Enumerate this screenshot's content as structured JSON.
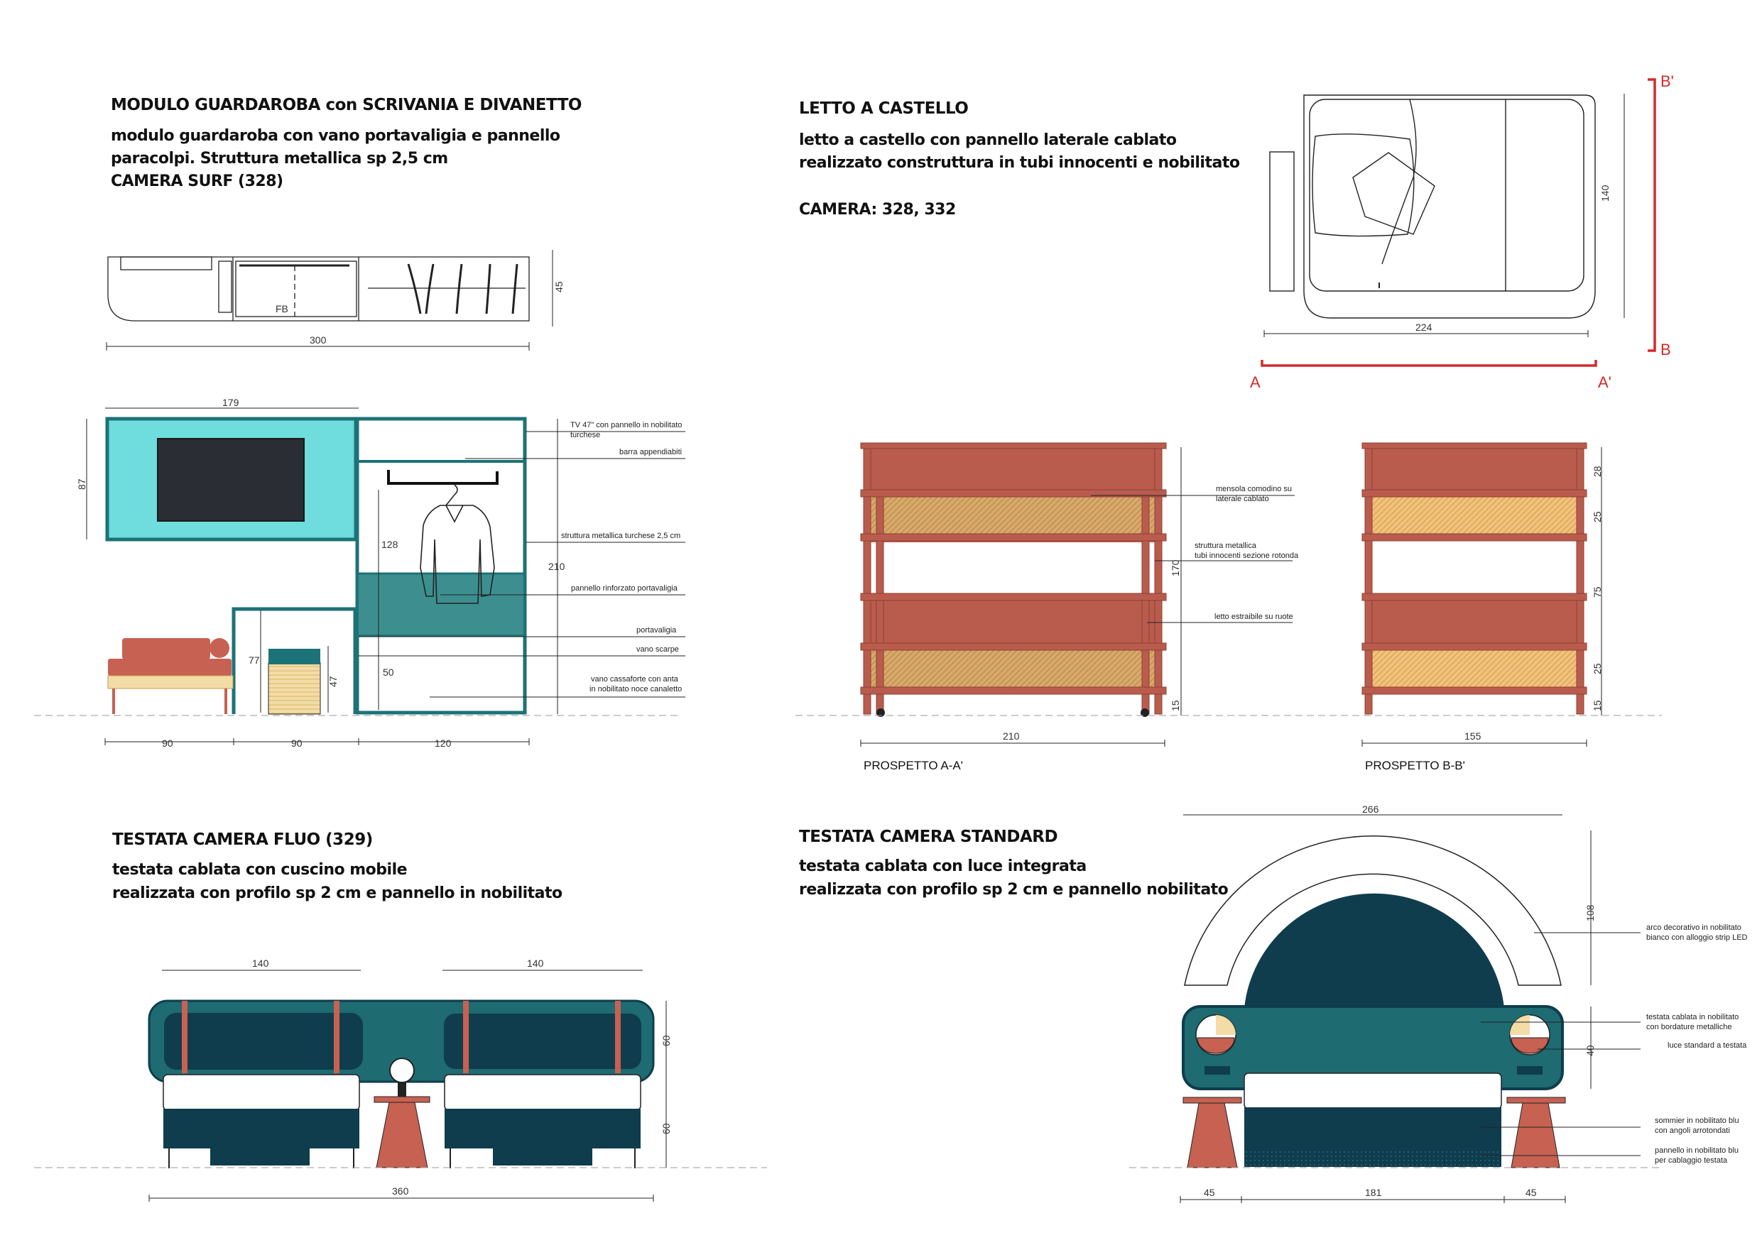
{
  "sections": {
    "wardrobe": {
      "title": "MODULO GUARDAROBA con SCRIVANIA E DIVANETTO",
      "desc1": "modulo guardaroba con vano portavaligia  e pannello",
      "desc2": "paracolpi. Struttura metallica sp 2,5 cm",
      "desc3": "CAMERA SURF (328)",
      "plan_dims": {
        "width": "300",
        "depth": "45",
        "fb": "FB"
      },
      "elev_dims": {
        "top": "179",
        "left": "87",
        "inner": "128",
        "total": "210",
        "desk": "77",
        "stool": "47",
        "low": "50",
        "w1": "90",
        "w2": "90",
        "w3": "120"
      },
      "notes": [
        "TV 47\" con pannello in nobilitato",
        "turchese",
        "barra appendiabiti",
        "struttura metallica turchese 2,5 cm",
        "pannello rinforzato portavaligia",
        "portavaligia",
        "vano scarpe",
        "vano cassaforte con anta",
        "in nobilitato noce canaletto"
      ]
    },
    "bunk": {
      "title": "LETTO A CASTELLO",
      "desc1": "letto a castello con pannello laterale cablato",
      "desc2": "realizzato construttura in tubi innocenti e nobilitato",
      "desc3": "CAMERA: 328, 332",
      "plan_dims": {
        "width": "224",
        "depth": "140"
      },
      "section_marks": {
        "a": "A",
        "a2": "A'",
        "b": "B",
        "b2": "B'"
      },
      "elev_a": {
        "label": "PROSPETTO A-A'",
        "width": "210",
        "height": "170",
        "foot": "15"
      },
      "elev_b": {
        "label": "PROSPETTO B-B'",
        "width": "155",
        "d1": "28",
        "d2": "25",
        "d3": "75",
        "d4": "25",
        "d5": "15"
      },
      "notes": [
        "mensola comodino su",
        "laterale cablato",
        "struttura metallica",
        "tubi innocenti sezione rotonda",
        "letto estraibile su ruote"
      ]
    },
    "fluo": {
      "title": "TESTATA CAMERA FLUO (329)",
      "desc1": "testata cablata con cuscino mobile",
      "desc2": "realizzata con profilo sp 2 cm e pannello in nobilitato",
      "dims": {
        "w1": "140",
        "w2": "140",
        "total": "360",
        "h1": "60",
        "h2": "60"
      }
    },
    "standard": {
      "title": "TESTATA CAMERA STANDARD",
      "desc1": "testata cablata con luce integrata",
      "desc2": "realizzata con profilo sp 2 cm e pannello nobilitato",
      "dims": {
        "arc": "266",
        "arc_h": "108",
        "head_h": "40",
        "w1": "45",
        "w2": "181",
        "w3": "45"
      },
      "notes": [
        "arco decorativo in nobilitato",
        "bianco con alloggio strip LED",
        "testata cablata in nobilitato",
        "con bordature metalliche",
        "luce standard a testata",
        "sommier in nobilitato blu",
        "con angoli arrotondati",
        "pannello in nobilitato blu",
        "per cablaggio testata"
      ]
    }
  },
  "colors": {
    "teal": "#1d7277",
    "turquoise": "#6fdcdd",
    "dark_navy": "#0f3d4d",
    "terracotta": "#c76152",
    "rust": "#b95c4e",
    "wood": "#e8c27e",
    "cushion_teal": "#1e6b72",
    "red_mark": "#d42a2a",
    "screen": "#2a2d33"
  }
}
